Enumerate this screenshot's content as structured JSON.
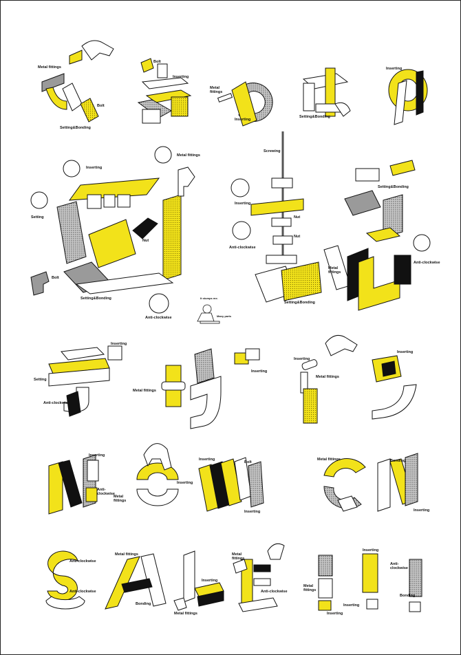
{
  "colors": {
    "accent": "#f2e21a",
    "ink": "#111111",
    "paper": "#ffffff",
    "shade": "#9a9a9a"
  },
  "labels": {
    "metal_fittings": "Metal fittings",
    "setting_bonding": "Setting&Bonding",
    "bolt": "Bolt",
    "inserting": "Inserting",
    "screwing": "Screwing",
    "nut": "Nut",
    "anti_clockwise": "Anti-clockwise",
    "setting": "Setting",
    "bonding": "Bonding",
    "anti": "Anti-",
    "clockwise": "clockwise",
    "anti_hyphen_clockwise": "Anti-clockwise",
    "metal": "Metal",
    "fittings": "fittings",
    "it_stumps_me": "It stumps me.",
    "many_parts": "Many parts"
  }
}
